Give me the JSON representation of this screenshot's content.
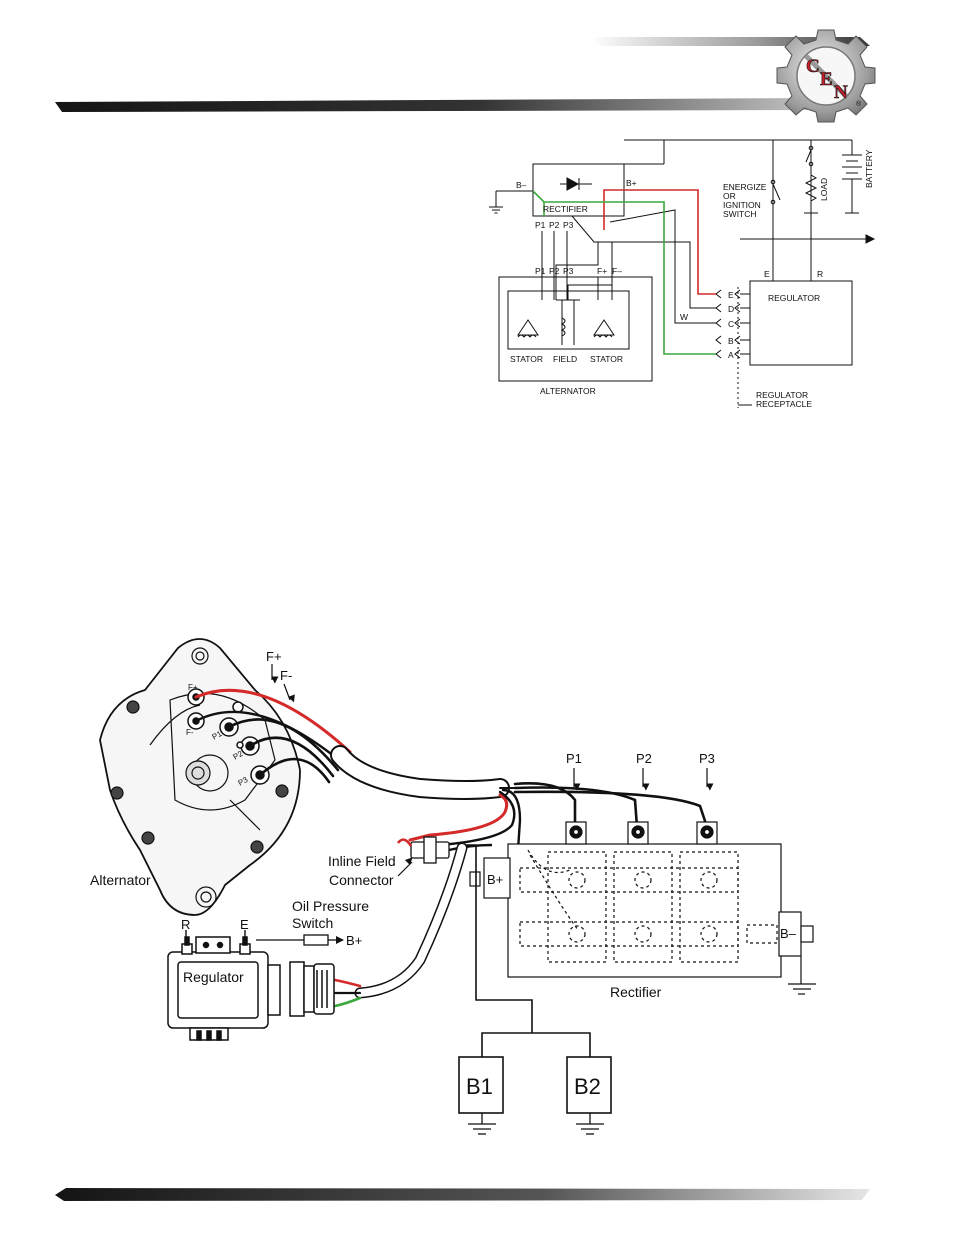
{
  "colors": {
    "red_wire": "#d42a2a",
    "green_wire": "#3aa83a",
    "logo_red": "#c8202a",
    "header_bar": "#2a2a2a"
  },
  "logo": {
    "letters": [
      "C",
      "E",
      "N"
    ],
    "mark": "®"
  },
  "schematic": {
    "rectifier": {
      "label": "RECTIFIER",
      "b_minus": "B–",
      "b_plus": "B+",
      "p1": "P1",
      "p2": "P2",
      "p3": "P3"
    },
    "alternator": {
      "label": "ALTERNATOR",
      "p1": "P1",
      "p2": "P2",
      "p3": "P3",
      "f_plus": "F+",
      "f_minus": "F–",
      "stator_left": "STATOR",
      "field": "FIELD",
      "stator_right": "STATOR"
    },
    "regulator": {
      "label": "REGULATOR",
      "e": "E",
      "r": "R",
      "pins": [
        "E",
        "D",
        "C",
        "B",
        "A"
      ],
      "w_label": "W"
    },
    "switch_label": [
      "ENERGIZE",
      "OR",
      "IGNITION",
      "SWITCH"
    ],
    "load": "LOAD",
    "battery": "BATTERY",
    "receptacle": [
      "REGULATOR",
      "RECEPTACLE"
    ]
  },
  "wiring": {
    "f_plus": "F+",
    "f_minus": "F-",
    "alt_terms": {
      "f_plus": "F+",
      "f_minus": "F-",
      "p1": "P1",
      "p2": "P2",
      "p3": "P3"
    },
    "p1": "P1",
    "p2": "P2",
    "p3": "P3",
    "inline_field": [
      "Inline Field",
      "Connector"
    ],
    "alternator": "Alternator",
    "oil_switch": [
      "Oil Pressure",
      "Switch"
    ],
    "b_plus_arrow": "B+",
    "regulator_r": "R",
    "regulator_e": "E",
    "regulator": "Regulator",
    "rect_b_plus": "B+",
    "rect_b_minus": "B–",
    "rectifier": "Rectifier",
    "b1": "B1",
    "b2": "B2"
  }
}
